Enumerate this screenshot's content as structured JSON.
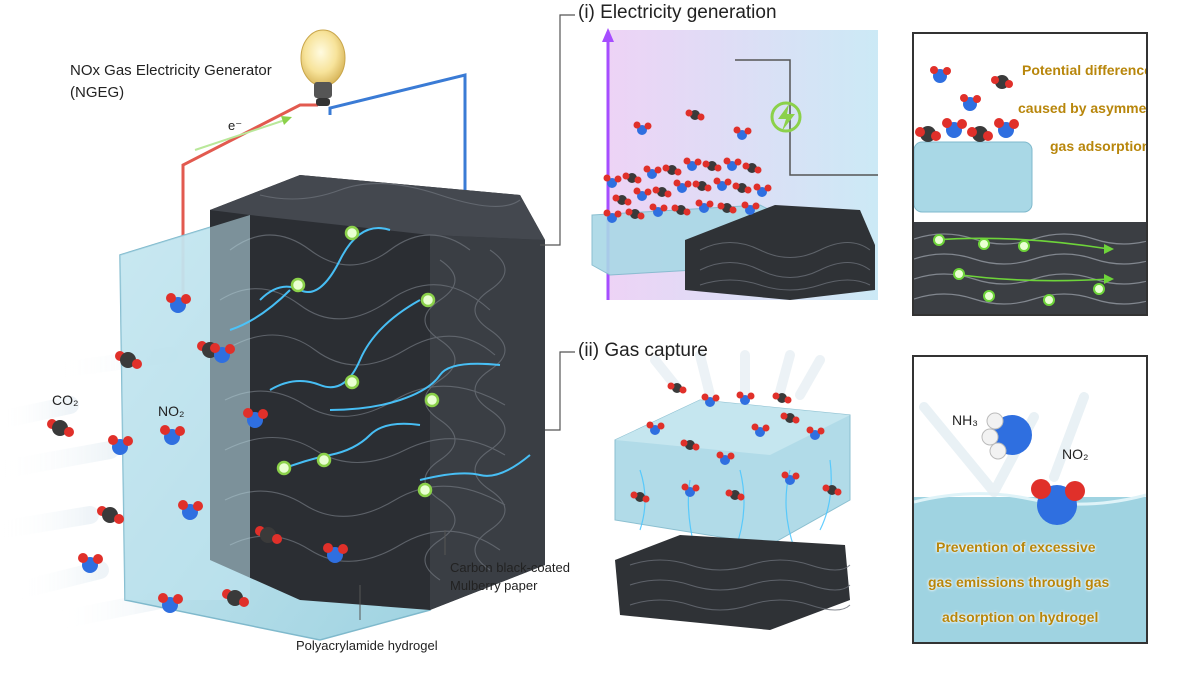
{
  "main": {
    "title_line1": "NOx Gas Electricity Generator",
    "title_line2": "(NGEG)",
    "electron_label": "e⁻",
    "co2_label": "CO₂",
    "no2_label": "NO₂",
    "paper_label_line1": "Carbon black-coated",
    "paper_label_line2": "Mulberry paper",
    "hydrogel_label": "Polyacrylamide hydrogel"
  },
  "sections": {
    "electricity_title": "(i) Electricity generation",
    "gas_capture_title": "(ii) Gas capture"
  },
  "panel_top": {
    "line1": "Potential differences",
    "line2": "caused by asymmetric",
    "line3": "gas adsorption"
  },
  "panel_bottom": {
    "nh3_label": "NH₃",
    "no2_label": "NO₂",
    "line1": "Prevention of excessive",
    "line2": "gas emissions through gas",
    "line3": "adsorption on hydrogel"
  },
  "colors": {
    "wire_positive": "#e25a4f",
    "wire_negative": "#3a7bd5",
    "hydrogel": "#a9d8e6",
    "carbon_paper": "#2b2e33",
    "electron_path": "#49c6ff",
    "electron_marker": "#9be84a",
    "oxygen": "#e0302a",
    "nitrogen": "#2f6fe0",
    "carbon": "#3a3a3a",
    "caption_text": "#b8860b",
    "lightning": "#8bd14a",
    "arrow_violet": "#a64dff"
  }
}
